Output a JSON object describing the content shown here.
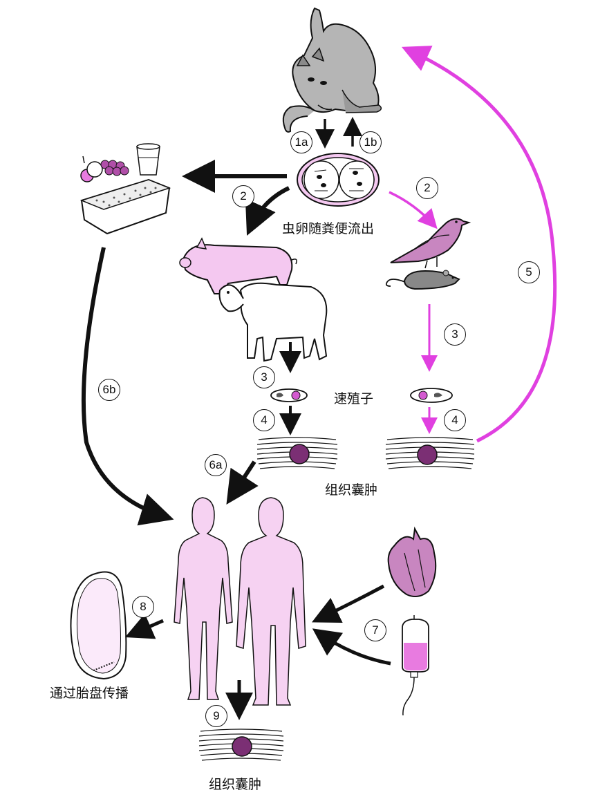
{
  "labels": {
    "eggs_in_feces": "虫卵随粪便流出",
    "tachyzoite": "速殖子",
    "tissue_cyst_mid": "组织囊肿",
    "tissue_cyst_bottom": "组织囊肿",
    "transplacental": "通过胎盘传播"
  },
  "steps": {
    "s1a": "1a",
    "s1b": "1b",
    "s2_left": "2",
    "s2_right": "2",
    "s3_left": "3",
    "s3_right": "3",
    "s4_left": "4",
    "s4_right": "4",
    "s5": "5",
    "s6a": "6a",
    "s6b": "6b",
    "s7": "7",
    "s8": "8",
    "s9": "9"
  },
  "colors": {
    "magenta": "#e040e0",
    "pink_fill": "#f4c8f0",
    "human_fill": "#f6d2f2",
    "black": "#111111",
    "grey_animal": "#b5b5b5"
  },
  "icons": [
    "cat-icon",
    "oocyst-icon",
    "food-icon",
    "litter-box-icon",
    "pig-icon",
    "sheep-icon",
    "bird-icon",
    "mouse-icon",
    "tachyzoite-icon",
    "tissue-cyst-icon",
    "human-icon",
    "fetus-icon",
    "heart-icon",
    "blood-bag-icon"
  ]
}
